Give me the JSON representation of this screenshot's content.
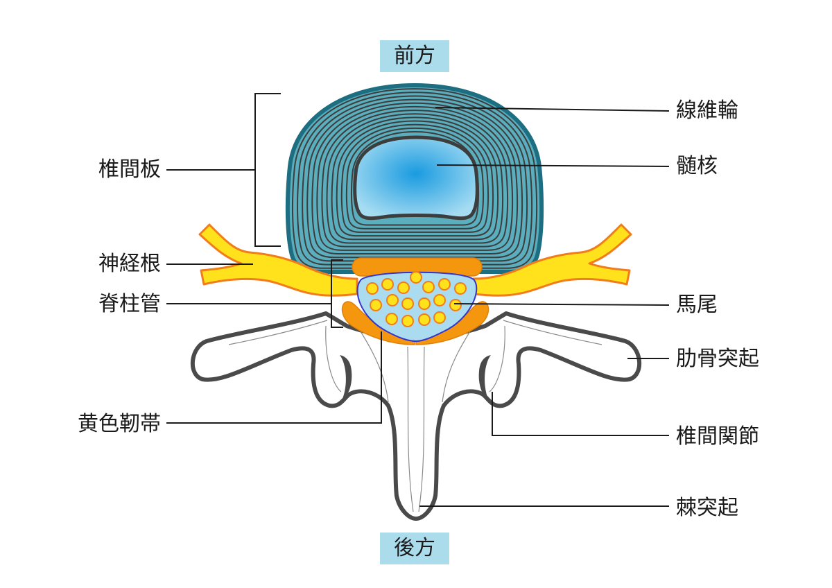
{
  "labels": {
    "anterior": "前方",
    "posterior": "後方",
    "intervertebral_disc": "椎間板",
    "annulus_fibrosus": "線維輪",
    "nucleus_pulposus": "髄核",
    "nerve_root": "神経根",
    "spinal_canal": "脊柱管",
    "cauda_equina": "馬尾",
    "transverse_process": "肋骨突起",
    "ligamentum_flavum": "黄色靭帯",
    "facet_joint": "椎間関節",
    "spinous_process": "棘突起"
  },
  "colors": {
    "disc-fill": "#5aaebe",
    "disc-outline": "#1d6e80",
    "ring": "#3d3d3d",
    "nucleus-center": "#1a9be0",
    "nucleus-edge": "#a6dcf2",
    "nerve-fill": "#ffe11c",
    "nerve-stroke": "#f27c1a",
    "ligament": "#f5960f",
    "canal-fill": "#aadbee",
    "canal-stroke": "#3535cc",
    "bone-outline": "#4a4a4a",
    "label-box": "#aadcec"
  }
}
